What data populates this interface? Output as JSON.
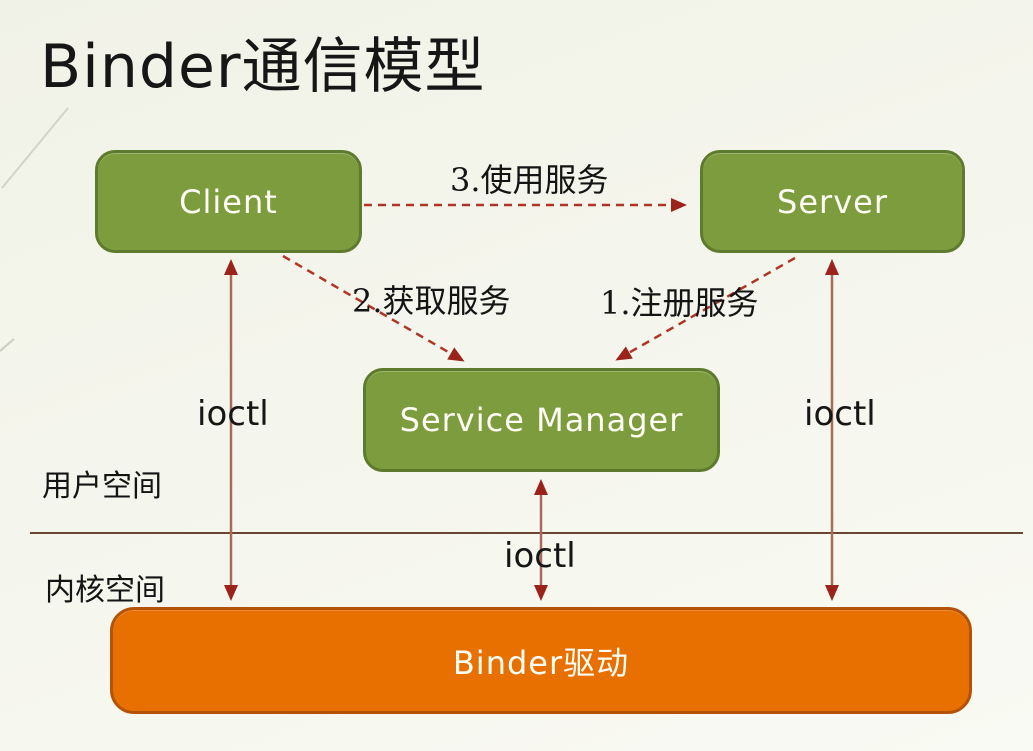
{
  "title": "Binder通信模型",
  "nodes": {
    "client": {
      "label": "Client"
    },
    "server": {
      "label": "Server"
    },
    "service_manager": {
      "label": "Service Manager"
    },
    "binder_driver": {
      "label": "Binder驱动"
    }
  },
  "edges": {
    "use_service": {
      "label": "3.使用服务",
      "from": "Client",
      "to": "Server",
      "style": "dashed"
    },
    "get_service": {
      "label": "2.获取服务",
      "from": "Client",
      "to": "Service Manager",
      "style": "dashed"
    },
    "register_service": {
      "label": "1.注册服务",
      "from": "Server",
      "to": "Service Manager",
      "style": "dashed"
    },
    "ioctl_client": {
      "label": "ioctl",
      "from": "Client",
      "to": "Binder驱动",
      "style": "solid-double"
    },
    "ioctl_service_manager": {
      "label": "ioctl",
      "from": "Service Manager",
      "to": "Binder驱动",
      "style": "solid-double"
    },
    "ioctl_server": {
      "label": "ioctl",
      "from": "Server",
      "to": "Binder驱动",
      "style": "solid-double"
    }
  },
  "regions": {
    "user_space": {
      "label": "用户空间"
    },
    "kernel_space": {
      "label": "内核空间"
    }
  },
  "colors": {
    "node_green": "#7d9c3e",
    "node_green_border": "#5e7a2d",
    "driver_orange": "#e87000",
    "driver_orange_border": "#b5520a",
    "arrowhead_red": "#9c231b",
    "dashed_red": "#b13527",
    "solid_line_red": "#aa6a58",
    "divider_brown": "#6b4534",
    "background": "#f3f4ea"
  }
}
